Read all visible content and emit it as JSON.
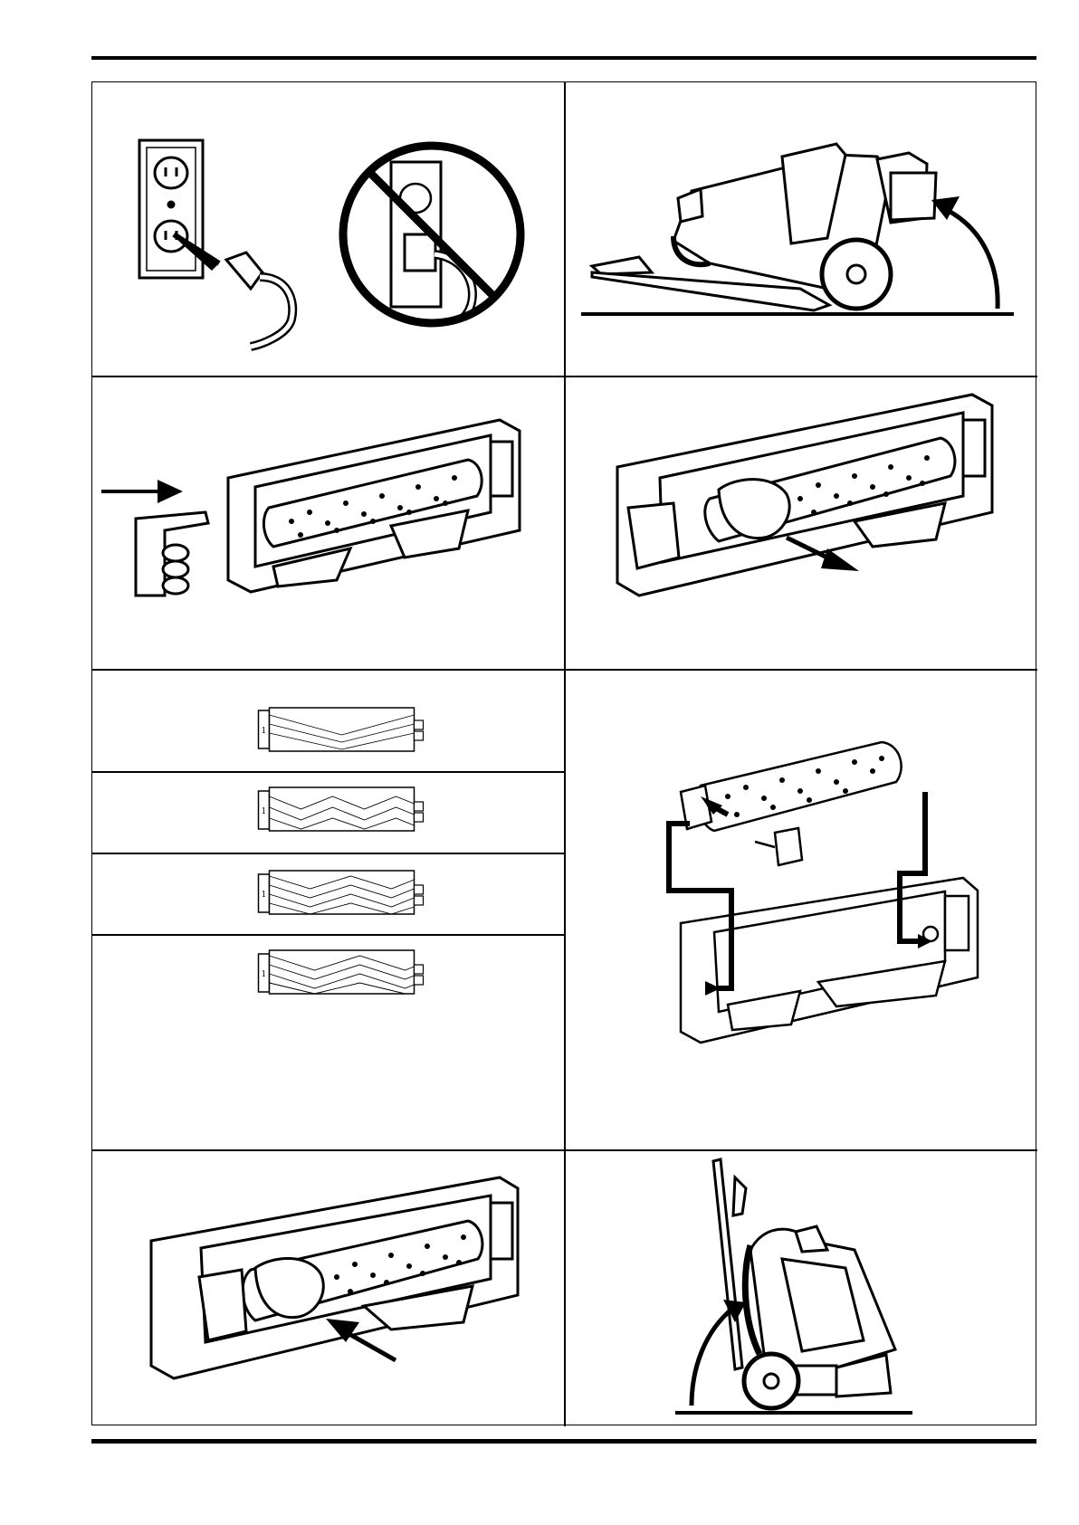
{
  "page": {
    "type": "manual-illustration-page",
    "rules": [
      "top-rule",
      "bottom-rule"
    ]
  },
  "panels": [
    {
      "id": "unplug",
      "icons": [
        "wall-outlet-icon",
        "plug-removal-arrow-icon",
        "prohibited-plugged-in-icon"
      ]
    },
    {
      "id": "tilt-back",
      "icons": [
        "extractor-machine-icon",
        "curved-up-arrow-icon"
      ]
    },
    {
      "id": "press-release",
      "icons": [
        "brush-housing-icon",
        "right-arrow-icon",
        "finger-press-icon"
      ]
    },
    {
      "id": "remove-brush",
      "icons": [
        "brush-housing-icon",
        "hand-pull-icon",
        "down-right-arrow-icon"
      ]
    },
    {
      "id": "brush-types",
      "rolls": [
        {
          "label": "1"
        },
        {
          "label": "1"
        },
        {
          "label": "1"
        },
        {
          "label": "1"
        }
      ]
    },
    {
      "id": "install-exploded",
      "icons": [
        "brush-roll-icon",
        "end-cap-icon",
        "brush-housing-icon",
        "install-path-arrow-icon"
      ]
    },
    {
      "id": "insert-brush",
      "icons": [
        "brush-housing-icon",
        "hand-push-icon",
        "up-left-arrow-icon"
      ]
    },
    {
      "id": "upright",
      "icons": [
        "extractor-upright-icon",
        "curved-up-arrow-icon"
      ]
    }
  ]
}
